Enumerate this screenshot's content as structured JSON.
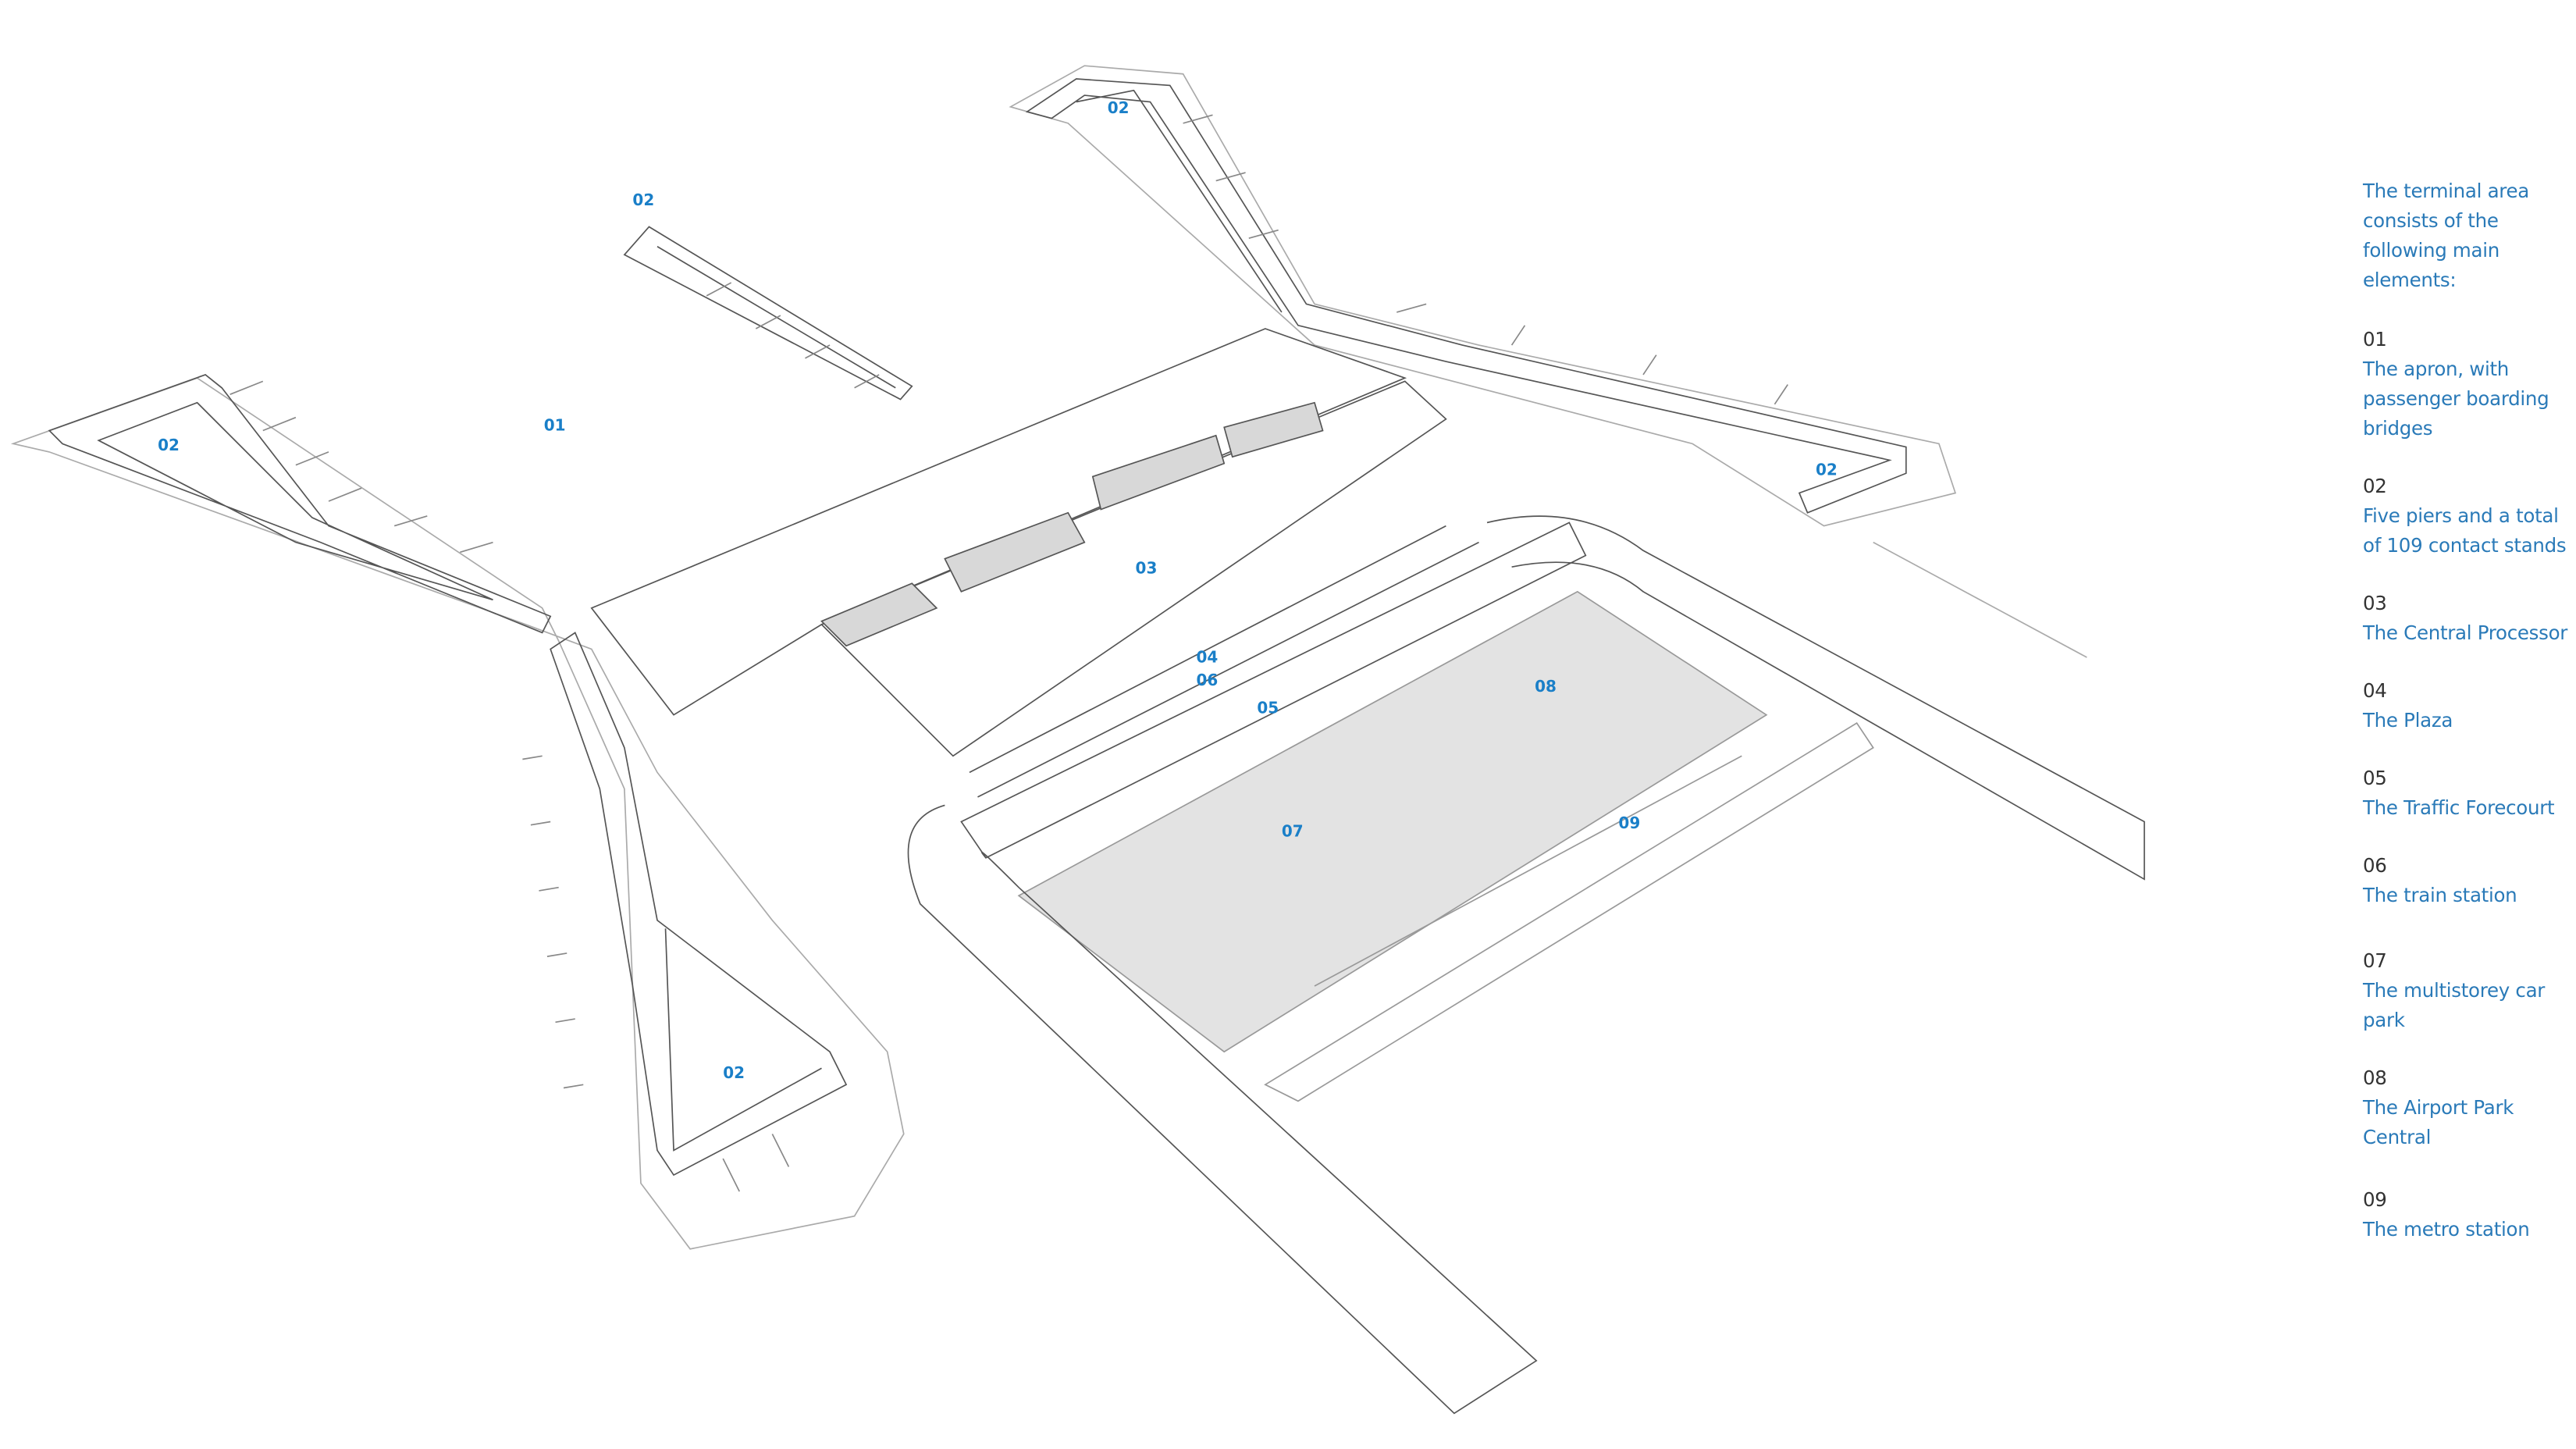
{
  "diagram": {
    "labels": {
      "apron": "01",
      "pier_top": "02",
      "pier_middle": "02",
      "pier_left": "02",
      "pier_right": "02",
      "pier_bottom": "02",
      "central_processor": "03",
      "plaza": "04",
      "train_station": "06",
      "traffic_forecourt": "05",
      "car_park": "07",
      "airport_park_central": "08",
      "metro_station": "09"
    },
    "colors": {
      "label": "#1a7fc8",
      "legend_text": "#2a7ab8",
      "legend_number": "#333333",
      "lines": "#555555",
      "carpark_fill": "#e3e3e3"
    }
  },
  "legend": {
    "intro": "The terminal area consists of the following main elements:",
    "items": [
      {
        "num": "01",
        "text": "The apron, with passenger boarding bridges"
      },
      {
        "num": "02",
        "text": "Five piers and a total of 109 contact stands"
      },
      {
        "num": "03",
        "text": "The Central Processor"
      },
      {
        "num": "04",
        "text": "The Plaza"
      },
      {
        "num": "05",
        "text": "The Traffic Forecourt"
      },
      {
        "num": "06",
        "text": "The train station"
      },
      {
        "num": "07",
        "text": "The multistorey car park"
      },
      {
        "num": "08",
        "text": "The Airport Park Central"
      },
      {
        "num": "09",
        "text": "The metro station"
      }
    ]
  }
}
